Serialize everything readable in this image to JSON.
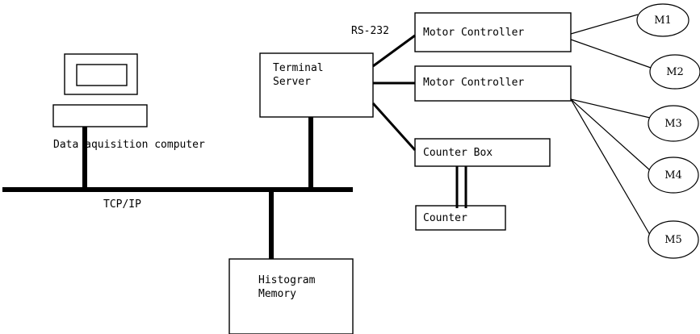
{
  "diagram": {
    "title": "Data acquisition system block diagram",
    "stroke_color": "#000000",
    "background_color": "#ffffff",
    "bus": {
      "label": "TCP/IP"
    },
    "link_labels": {
      "rs232": "RS-232"
    },
    "nodes": {
      "workstation": {
        "label": "Data aquisition computer",
        "icon": "computer-monitor-icon"
      },
      "terminal_server": {
        "line1": "Terminal",
        "line2": "Server"
      },
      "motor_controller_1": {
        "label": "Motor Controller"
      },
      "motor_controller_2": {
        "label": "Motor Controller"
      },
      "counter_box": {
        "label": "Counter Box"
      },
      "counter": {
        "label": "Counter"
      },
      "histogram_memory": {
        "line1": "Histogram",
        "line2": "Memory"
      }
    },
    "motors": [
      {
        "label": "M1"
      },
      {
        "label": "M2"
      },
      {
        "label": "M3"
      },
      {
        "label": "M4"
      },
      {
        "label": "M5"
      }
    ]
  }
}
